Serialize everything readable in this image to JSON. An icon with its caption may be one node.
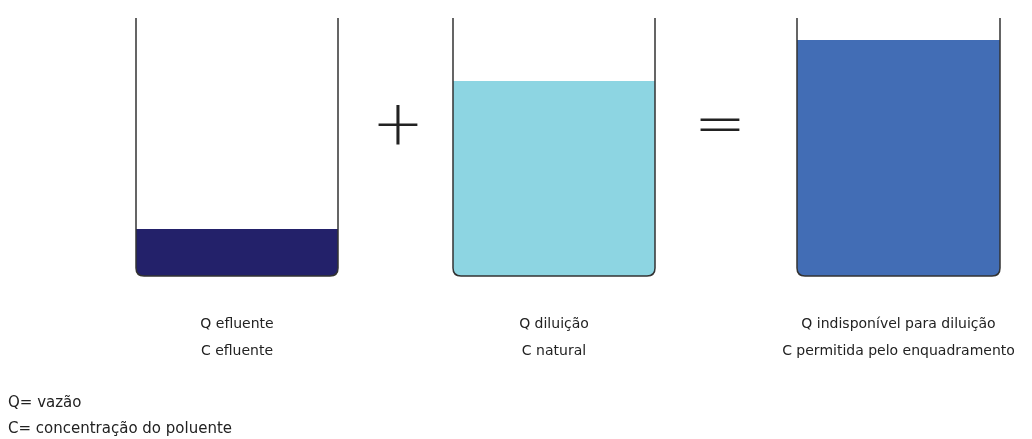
{
  "diagram": {
    "nodes": [
      {
        "text": [],
        "shape": "beaker",
        "beside": [
          "Q efluente",
          "C efluente"
        ]
      },
      {
        "text": [],
        "shape": "beaker",
        "beside": [
          "Q diluição",
          "C natural"
        ]
      },
      {
        "text": [],
        "shape": "beaker",
        "beside": [
          "Q indisponível para diluição",
          "C permitida pelo enquadramento"
        ]
      }
    ],
    "edges": [],
    "labels": [
      "+",
      "=",
      "Q= vazão",
      "C= concentração do poluente"
    ]
  }
}
